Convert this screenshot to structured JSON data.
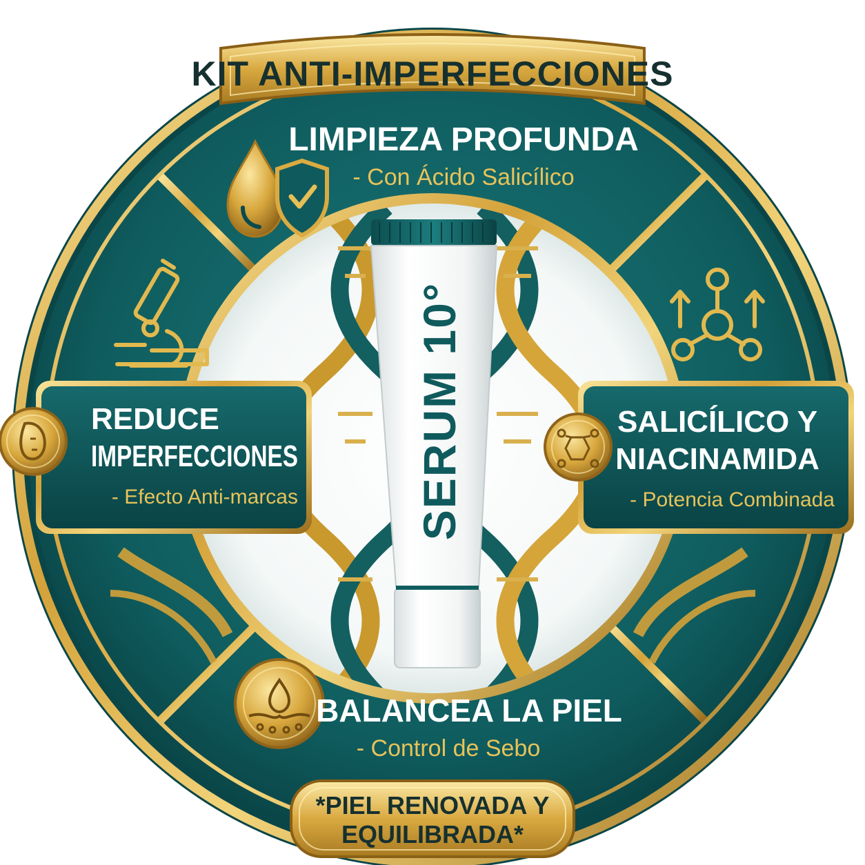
{
  "top_banner": {
    "title": "KIT ANTI-IMPERFECCIONES"
  },
  "sections": {
    "top": {
      "heading": "LIMPIEZA PROFUNDA",
      "subtitle": "- Con Ácido Salicílico"
    },
    "left": {
      "heading_line1": "REDUCE",
      "heading_line2": "IMPERFECCIONES",
      "subtitle": "- Efecto Anti-marcas"
    },
    "right": {
      "heading_line1": "SALICÍLICO Y",
      "heading_line2": "NIACINAMIDA",
      "subtitle": "- Potencia Combinada"
    },
    "bottom": {
      "heading": "BALANCEA LA PIEL",
      "subtitle": "- Control de Sebo"
    }
  },
  "product": {
    "label": "SERUM 10°"
  },
  "bottom_banner": {
    "line1": "*PIEL RENOVADA Y",
    "line2": "EQUILIBRADA*"
  },
  "colors": {
    "teal_dark": "#0b4a4c",
    "teal": "#136466",
    "gold": "#d7a93a",
    "gold_light": "#f6dd86",
    "text_gold": "#e7c35a"
  },
  "icons": [
    "drop-shield-icon",
    "microscope-icon",
    "molecule-arrows-icon",
    "face-icon",
    "molecule-icon",
    "skin-drop-icon",
    "dna-helix-icon"
  ]
}
